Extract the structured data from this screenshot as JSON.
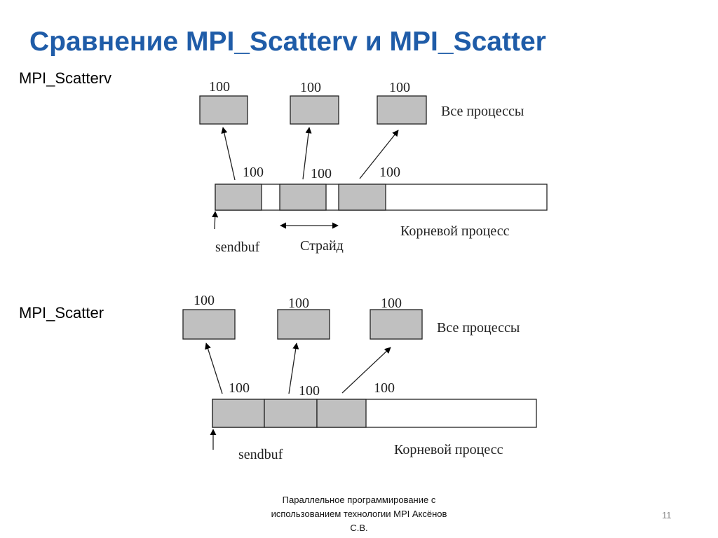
{
  "slide": {
    "title": "Сравнение MPI_Scatterv и MPI_Scatter",
    "page_number": "11",
    "footer": [
      "Параллельное программирование с",
      "использованием технологии MPI Аксёнов",
      "С.В."
    ]
  },
  "diagram_scatterv": {
    "heading": "MPI_Scatterv",
    "top_counts": [
      "100",
      "100",
      "100"
    ],
    "buffer_counts": [
      "100",
      "100",
      "100"
    ],
    "all_processes_label": "Все процессы",
    "root_process_label": "Корневой процесс",
    "sendbuf_label": "sendbuf",
    "stride_label": "Страйд"
  },
  "diagram_scatter": {
    "heading": "MPI_Scatter",
    "top_counts": [
      "100",
      "100",
      "100"
    ],
    "buffer_counts": [
      "100",
      "100",
      "100"
    ],
    "all_processes_label": "Все процессы",
    "root_process_label": "Корневой процесс",
    "sendbuf_label": "sendbuf"
  },
  "colors": {
    "title": "#1f5ca8",
    "block_fill": "#c0c0c0"
  }
}
